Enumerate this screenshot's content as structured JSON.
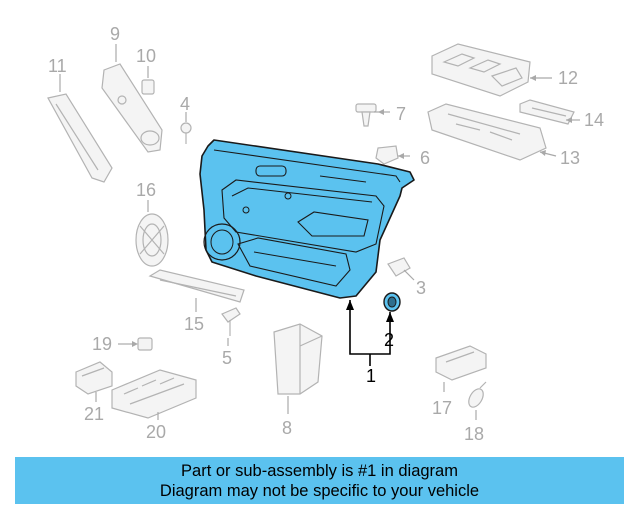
{
  "diagram": {
    "labels": {
      "p1": "1",
      "p2": "2",
      "p3": "3",
      "p4": "4",
      "p5": "5",
      "p6": "6",
      "p7": "7",
      "p8": "8",
      "p9": "9",
      "p10": "10",
      "p11": "11",
      "p12": "12",
      "p13": "13",
      "p14": "14",
      "p15": "15",
      "p16": "16",
      "p17": "17",
      "p18": "18",
      "p19": "19",
      "p20": "20",
      "p21": "21"
    },
    "highlight_color": "#5bc2ef",
    "ghost_color": "#a9a9a9"
  },
  "banner": {
    "line1": "Part or sub-assembly is #1 in diagram",
    "line2": "Diagram may not be specific to your vehicle",
    "color": "#5bc2ef"
  }
}
